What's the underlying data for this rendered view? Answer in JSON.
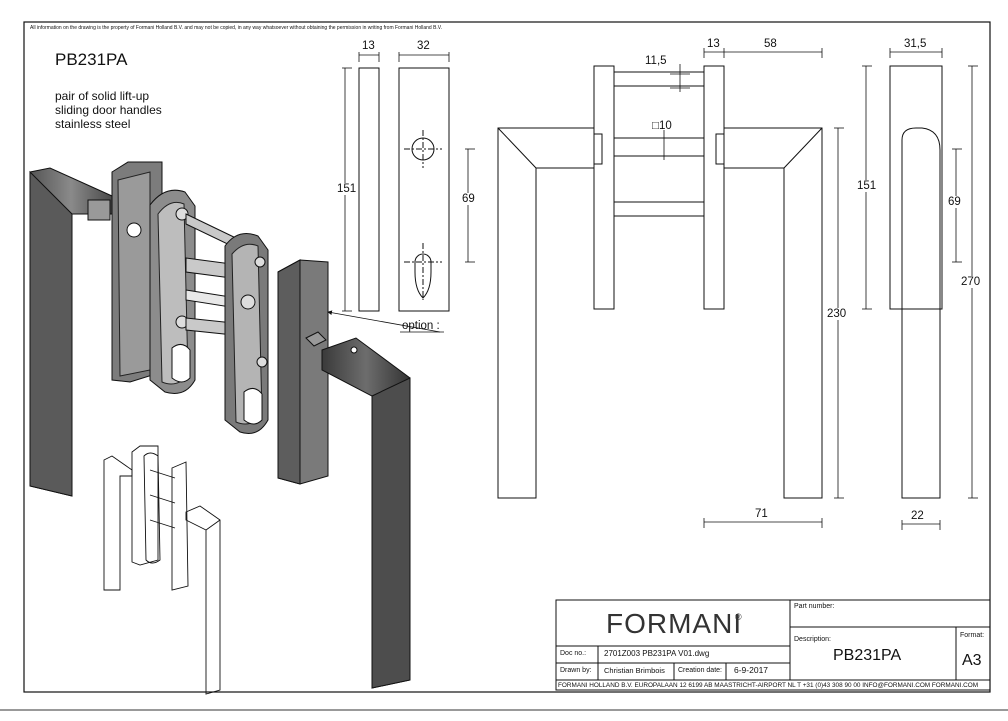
{
  "drawing": {
    "disclaimer": "All information on the drawing is the property of Formani Holland B.V. and may not be copied, in any way whatsoever without obtaining the permission in writing from Formani Holland B.V.",
    "product_code": "PB231PA",
    "description_lines": [
      "pair of solid lift-up",
      "sliding door handles",
      "stainless steel"
    ],
    "option_label": "option :"
  },
  "dimensions": {
    "rose_thickness": "13",
    "rose_width": "32",
    "rose_height": "151",
    "hole_spacing": "69",
    "spindle_diam": "11,5",
    "spindle_square": "□10",
    "side_rose_thickness": "13",
    "handle_projection": "58",
    "side_rose_height": "151",
    "handle_length": "230",
    "handle_grip": "71",
    "right_width": "31,5",
    "right_hole_spacing": "69",
    "right_total_height": "270",
    "right_bottom_width": "22"
  },
  "title_block": {
    "brand": "FORMANI",
    "part_number_label": "Part number:",
    "description_label": "Description:",
    "description_value": "PB231PA",
    "format_label": "Format:",
    "format_value": "A3",
    "doc_no_label": "Doc no.:",
    "doc_no_value": "2701Z003 PB231PA V01.dwg",
    "drawn_by_label": "Drawn by:",
    "drawn_by_value": "Christian Brimbois",
    "creation_date_label": "Creation date:",
    "creation_date_value": "6-9-2017",
    "footer": "FORMANI HOLLAND B.V.  EUROPALAAN 12  6199 AB MAASTRICHT-AIRPORT NL  T +31 (0)43 308 90 00 INFO@FORMANI.COM FORMANI.COM"
  },
  "colors": {
    "line": "#111111",
    "metal": "#6e6e6e",
    "metal_dark": "#3e3e3e",
    "metal_light": "#a8a8a8"
  }
}
